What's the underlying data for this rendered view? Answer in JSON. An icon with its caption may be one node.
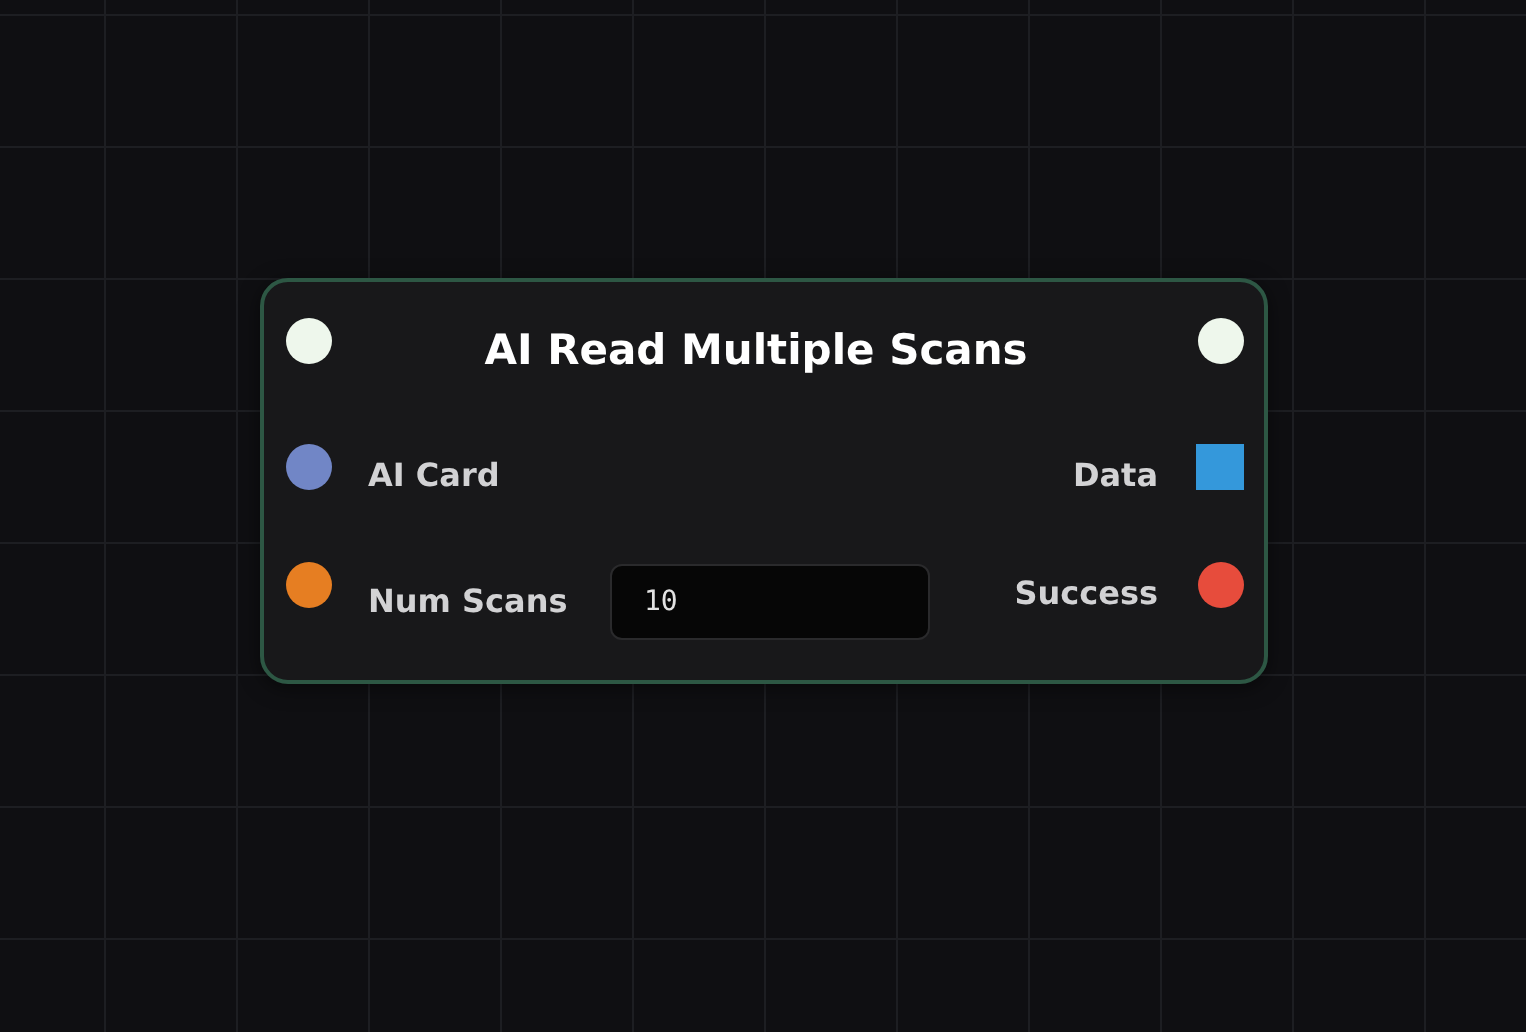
{
  "diagram": {
    "nodes": [
      {
        "text": [
          "AI Read Multiple Scans",
          "AI Card",
          "Data",
          "Num Scans",
          "10",
          "Success"
        ]
      }
    ]
  }
}
